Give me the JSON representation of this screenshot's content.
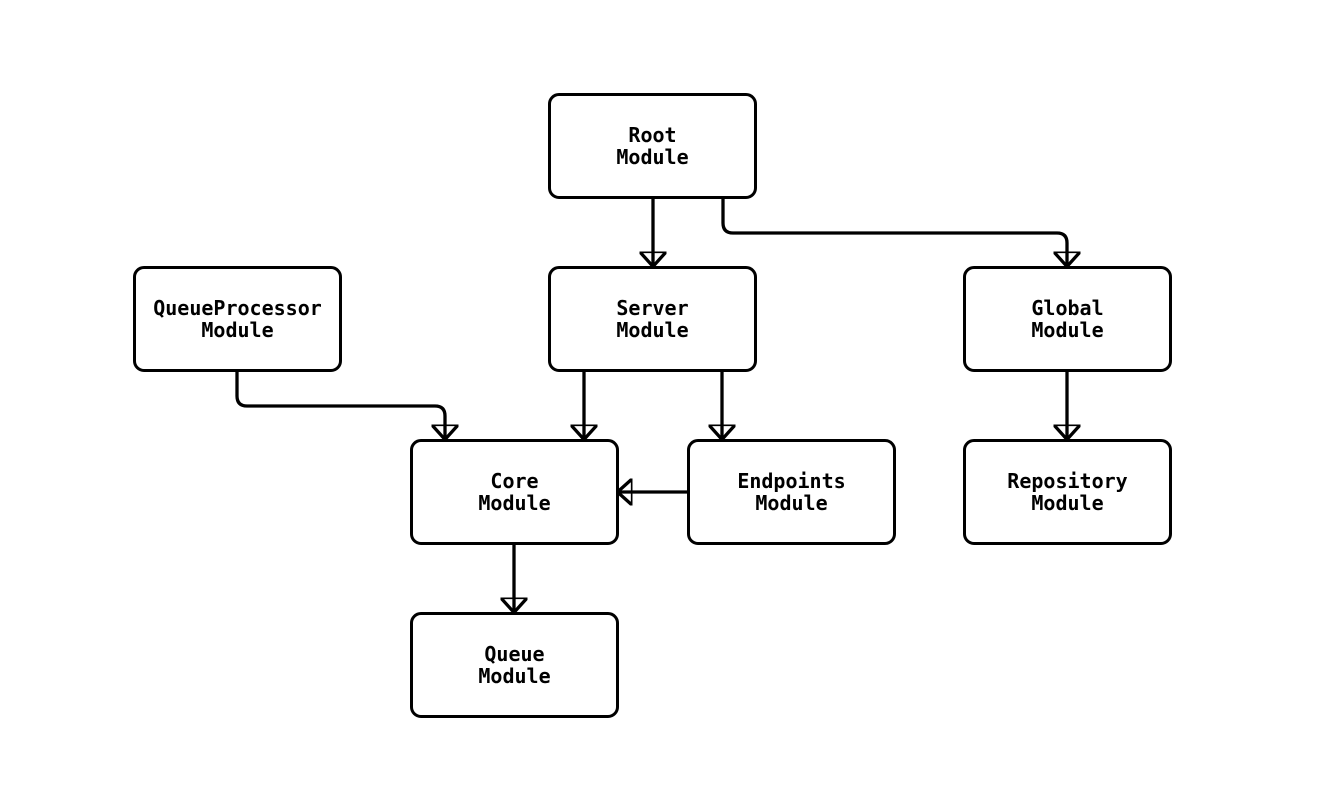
{
  "diagram": {
    "type": "module-dependency-flowchart",
    "colors": {
      "background": "#ffffff",
      "node_fill": "#ffffff",
      "stroke": "#000000",
      "text": "#000000"
    },
    "nodes": [
      {
        "id": "root",
        "line1": "Root",
        "line2": "Module"
      },
      {
        "id": "queueprocessor",
        "line1": "QueueProcessor",
        "line2": "Module"
      },
      {
        "id": "server",
        "line1": "Server",
        "line2": "Module"
      },
      {
        "id": "global",
        "line1": "Global",
        "line2": "Module"
      },
      {
        "id": "core",
        "line1": "Core",
        "line2": "Module"
      },
      {
        "id": "endpoints",
        "line1": "Endpoints",
        "line2": "Module"
      },
      {
        "id": "repository",
        "line1": "Repository",
        "line2": "Module"
      },
      {
        "id": "queue",
        "line1": "Queue",
        "line2": "Module"
      }
    ],
    "edges": [
      {
        "from": "Root Module",
        "to": "Server Module"
      },
      {
        "from": "Root Module",
        "to": "Global Module"
      },
      {
        "from": "QueueProcessor Module",
        "to": "Core Module"
      },
      {
        "from": "Server Module",
        "to": "Core Module"
      },
      {
        "from": "Server Module",
        "to": "Endpoints Module"
      },
      {
        "from": "Endpoints Module",
        "to": "Core Module"
      },
      {
        "from": "Global Module",
        "to": "Repository Module"
      },
      {
        "from": "Core Module",
        "to": "Queue Module"
      }
    ]
  }
}
